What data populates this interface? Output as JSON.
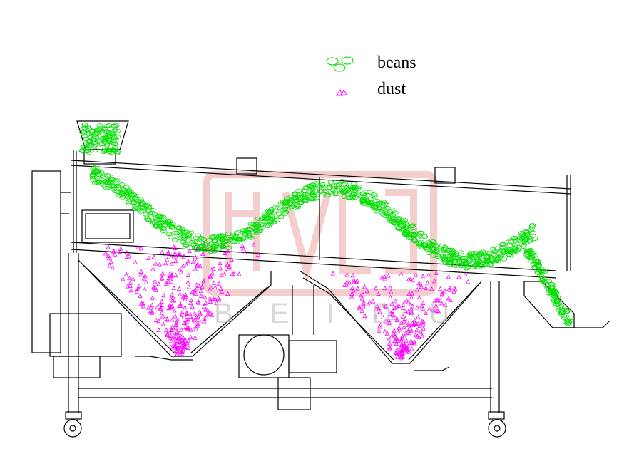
{
  "legend": [
    {
      "label": "beans",
      "icon": "green-ellipses-icon",
      "color": "#00e000"
    },
    {
      "label": "dust",
      "icon": "magenta-triangles-icon",
      "color": "#ff00ff"
    }
  ],
  "watermark": {
    "text": "BEIDU",
    "color": "#e8a0a0"
  },
  "colors": {
    "line": "#000000",
    "beans": "#00e000",
    "dust": "#ff00ff"
  }
}
